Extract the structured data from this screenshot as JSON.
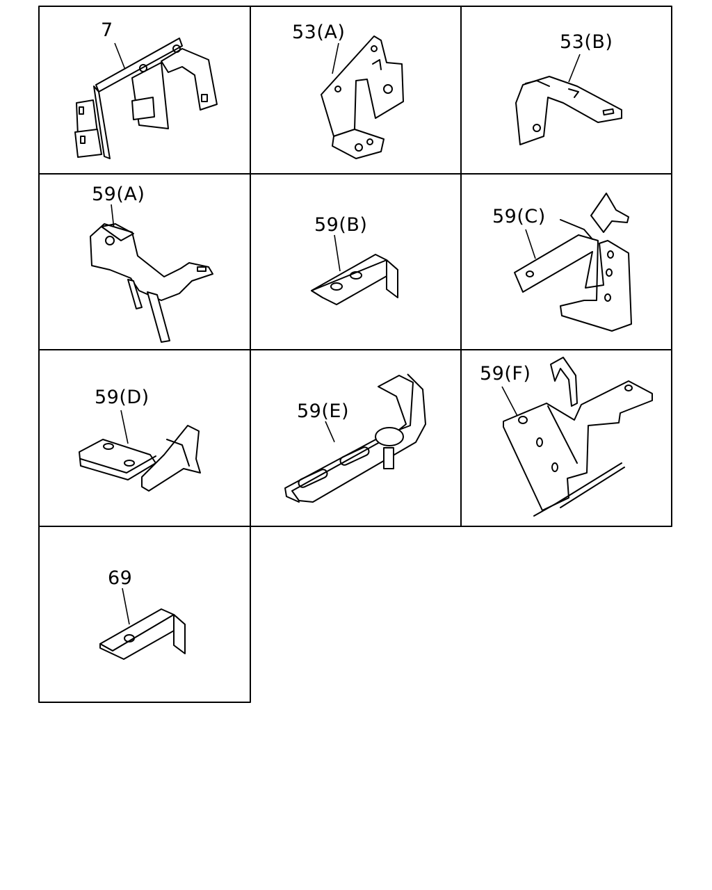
{
  "parts": [
    {
      "id": "p7",
      "label": "7"
    },
    {
      "id": "p53a",
      "label": "53(A)"
    },
    {
      "id": "p53b",
      "label": "53(B)"
    },
    {
      "id": "p59a",
      "label": "59(A)"
    },
    {
      "id": "p59b",
      "label": "59(B)"
    },
    {
      "id": "p59c",
      "label": "59(C)"
    },
    {
      "id": "p59d",
      "label": "59(D)"
    },
    {
      "id": "p59e",
      "label": "59(E)"
    },
    {
      "id": "p59f",
      "label": "59(F)"
    },
    {
      "id": "p69",
      "label": "69"
    }
  ]
}
